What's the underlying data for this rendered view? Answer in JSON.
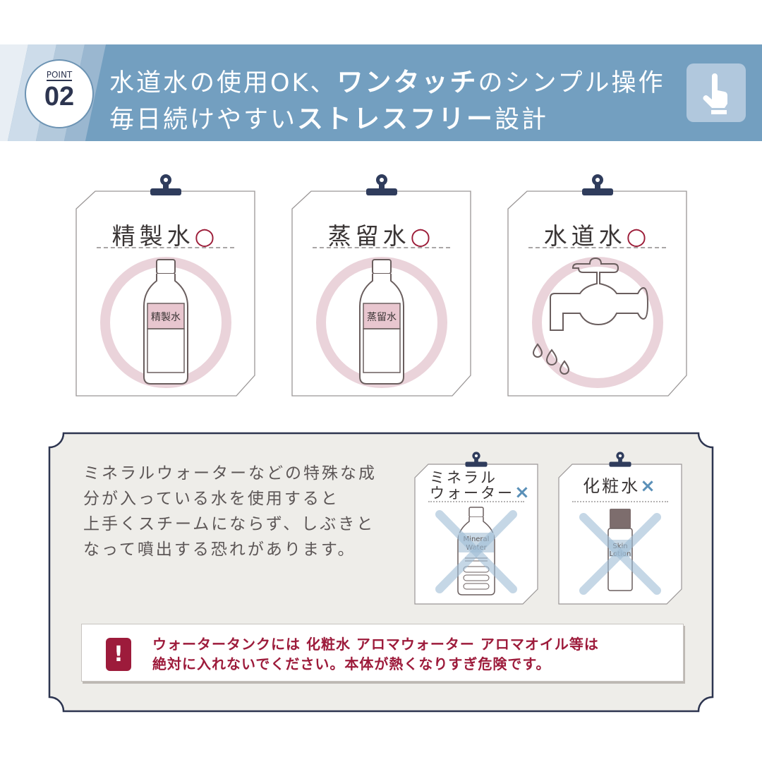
{
  "header": {
    "point_label": "POINT",
    "point_number": "02",
    "title_line1": {
      "part1": "水道水の使用OK、",
      "emphasis": "ワンタッチ",
      "part2": "のシンプル操作"
    },
    "title_line2": {
      "part1": "毎日続けやすい",
      "emphasis": "ストレスフリー",
      "part2": "設計"
    },
    "icon": "pointing-hand-icon",
    "colors": {
      "banner": "#739fc0",
      "badge_text": "#2d3550"
    }
  },
  "ok_cards": [
    {
      "title": "精製水",
      "mark": "○",
      "icon": "bottle-icon",
      "bottle_label": "精製水"
    },
    {
      "title": "蒸留水",
      "mark": "○",
      "icon": "bottle-icon",
      "bottle_label": "蒸留水"
    },
    {
      "title": "水道水",
      "mark": "○",
      "icon": "faucet-icon"
    }
  ],
  "notice": {
    "text_lines": [
      "ミネラルウォーターなどの特殊な成",
      "分が入っている水を使用すると",
      "上手くスチームにならず、しぶきと",
      "なって噴出する恐れがあります。"
    ],
    "ng_cards": [
      {
        "title_line1": "ミネラル",
        "title_line2": "ウォーター",
        "mark": "×",
        "icon": "mineral-water-bottle-icon",
        "bottle_label_line1": "Mineral",
        "bottle_label_line2": "Water"
      },
      {
        "title_line1": "化粧水",
        "mark": "×",
        "icon": "skin-lotion-bottle-icon",
        "bottle_label_line1": "Skin",
        "bottle_label_line2": "Lotion"
      }
    ]
  },
  "warning": {
    "icon": "!",
    "line1": "ウォータータンクには 化粧水 アロマウォーター アロマオイル等は",
    "line2": "絶対に入れないでください。本体が熱くなりすぎ危険です。",
    "color": "#9d1b3b"
  }
}
